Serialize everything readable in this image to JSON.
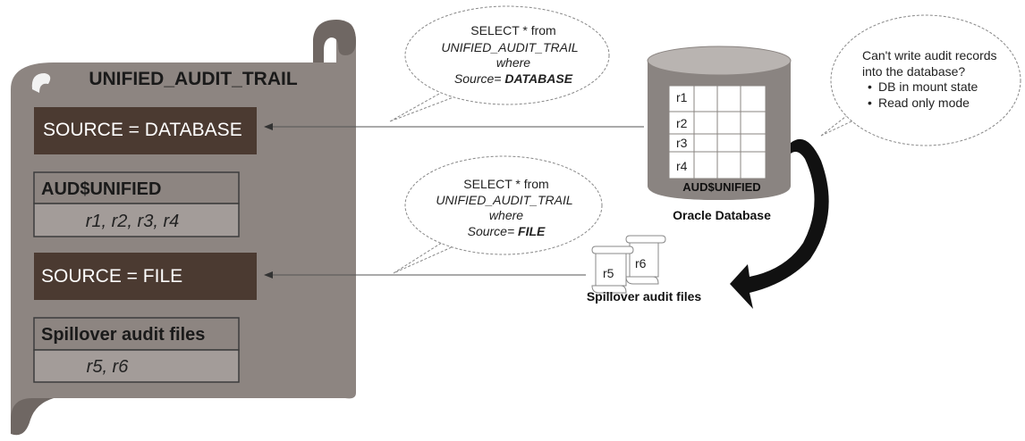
{
  "scroll": {
    "title": "UNIFIED_AUDIT_TRAIL",
    "source_database_label": "SOURCE = DATABASE",
    "audunified_box": {
      "heading": "AUD$UNIFIED",
      "rows": "r1, r2, r3, r4"
    },
    "source_file_label": "SOURCE = FILE",
    "spillover_box": {
      "heading": "Spillover audit files",
      "rows": "r5, r6"
    }
  },
  "bubble_database": {
    "line1": "SELECT * from",
    "line2": "UNIFIED_AUDIT_TRAIL",
    "line3": "where",
    "line4_prefix": "Source= ",
    "line4_value": "DATABASE"
  },
  "bubble_file": {
    "line1": "SELECT * from",
    "line2": "UNIFIED_AUDIT_TRAIL",
    "line3": "where",
    "line4_prefix": "Source= ",
    "line4_value": "FILE"
  },
  "bubble_note": {
    "line1": "Can't write audit records",
    "line2": "into the database?",
    "bullets": [
      "DB in mount state",
      "Read only mode"
    ]
  },
  "database": {
    "table_name": "AUD$UNIFIED",
    "caption": "Oracle Database",
    "rows": [
      "r1",
      "r2",
      "r3",
      "r4"
    ]
  },
  "spillover_files": {
    "caption": "Spillover audit files",
    "files": [
      "r5",
      "r6"
    ]
  },
  "colors": {
    "scroll": "#8d8581",
    "dark_box": "#4b3a31",
    "light_box": "#a39c99",
    "cylinder": "#8a8481",
    "cylinder_top": "#b9b4b1"
  }
}
